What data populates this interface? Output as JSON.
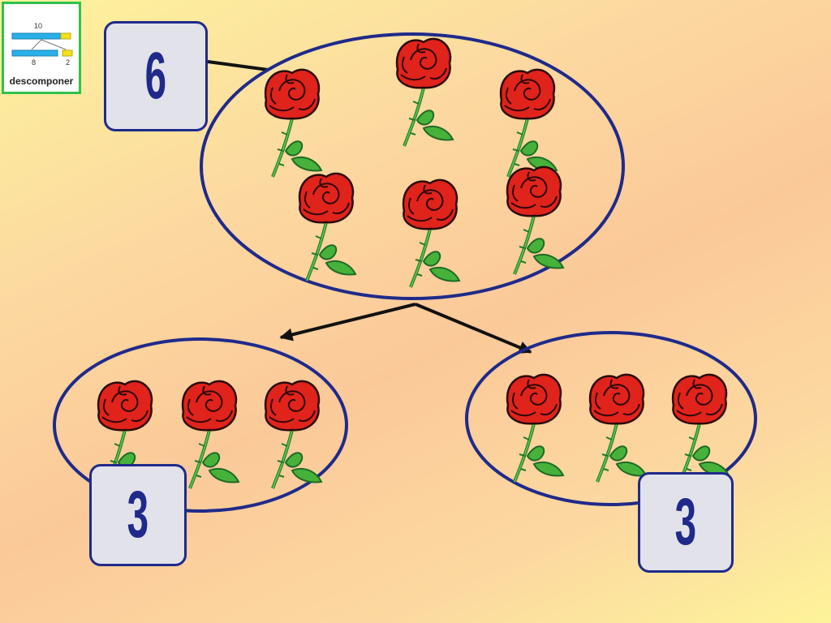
{
  "logo": {
    "top_number": "10",
    "left_number": "8",
    "right_number": "2",
    "caption": "descomponer",
    "icon": "number-decomposition-icon"
  },
  "total": {
    "value": "6"
  },
  "left_part": {
    "value": "3"
  },
  "right_part": {
    "value": "3"
  },
  "colors": {
    "outline": "#1f2a8a",
    "rose": "#e0231b",
    "leaf": "#47b23a",
    "badge_bg": "#e2e2ea",
    "logo_border": "#2fc24a"
  },
  "item_icon": "rose-icon"
}
